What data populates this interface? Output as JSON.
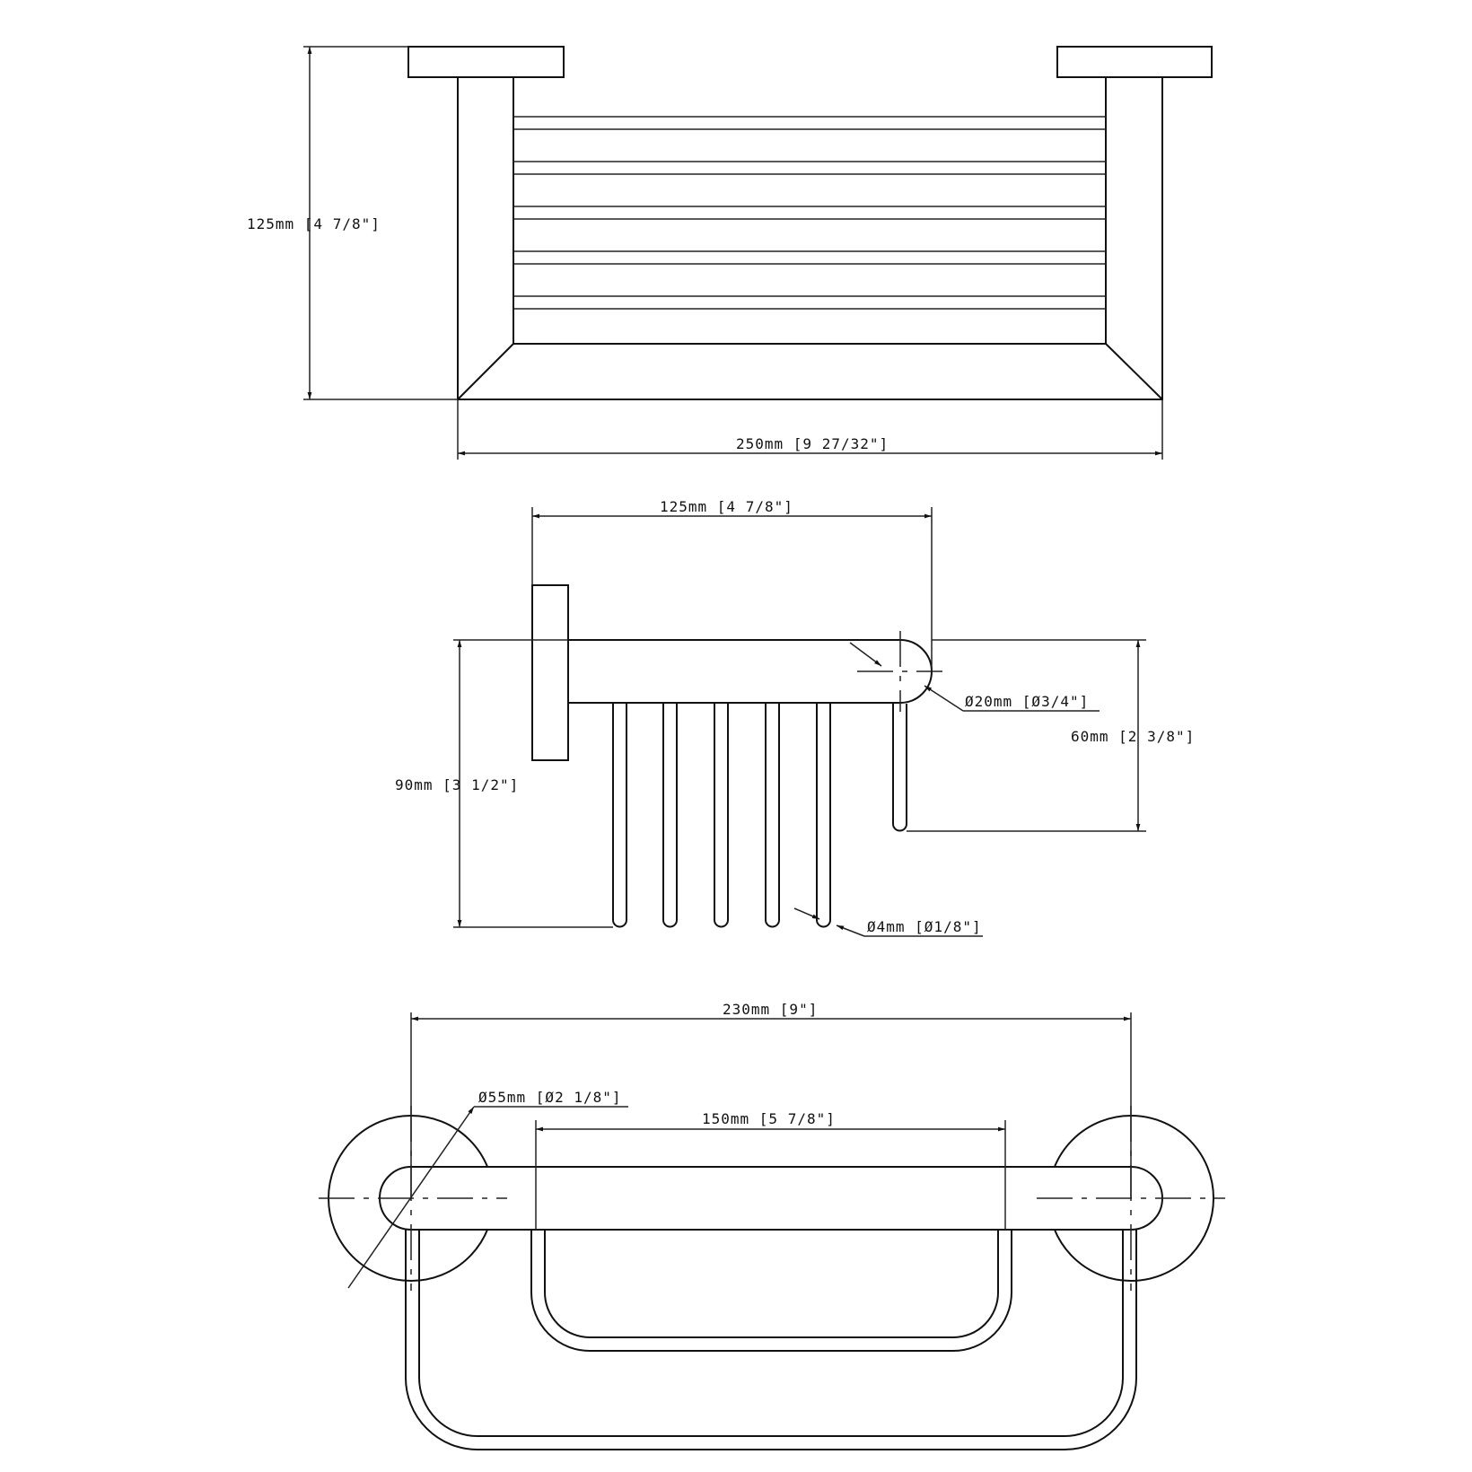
{
  "drawing": {
    "views": [
      "front-view",
      "side-view",
      "top-view"
    ],
    "dimensions": {
      "front_height": "125mm [4 7/8\"]",
      "front_width": "250mm [9 27/32\"]",
      "side_depth": "125mm [4 7/8\"]",
      "side_tube_diameter": "Ø20mm [Ø3/4\"]",
      "side_drop": "60mm [2 3/8\"]",
      "side_height": "90mm [3 1/2\"]",
      "side_rod_diameter": "Ø4mm [Ø1/8\"]",
      "top_centers": "230mm [9\"]",
      "top_flange_diameter": "Ø55mm [Ø2 1/8\"]",
      "top_inner_width": "150mm [5 7/8\"]"
    }
  },
  "colors": {
    "line": "#111111",
    "background": "#ffffff"
  }
}
